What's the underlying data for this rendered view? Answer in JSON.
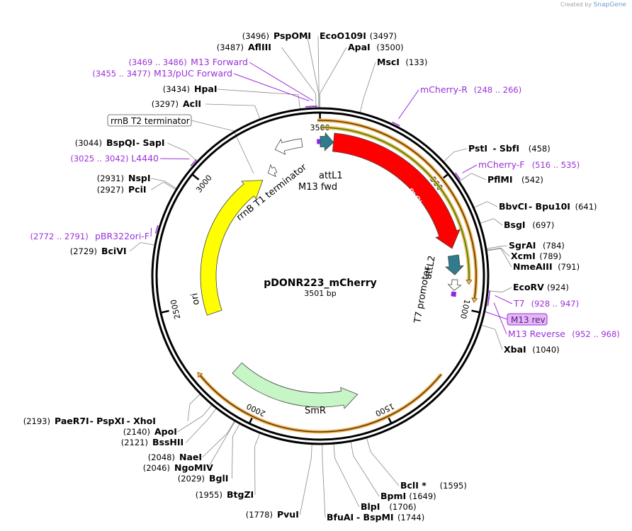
{
  "credit": {
    "created_by": "Created by",
    "brand": "SnapGene"
  },
  "plasmid": {
    "name": "pDONR223_mCherry",
    "size_label": "3501 bp",
    "length": 3501
  },
  "ticks": [
    {
      "label": "500",
      "bp": 500
    },
    {
      "label": "1000",
      "bp": 1000
    },
    {
      "label": "1500",
      "bp": 1500
    },
    {
      "label": "2000",
      "bp": 2000
    },
    {
      "label": "2500",
      "bp": 2500
    },
    {
      "label": "3000",
      "bp": 3000
    },
    {
      "label": "3500",
      "bp": 3500
    }
  ],
  "features": [
    {
      "label": "mCherry",
      "color": "#ff0000",
      "type": "arrow"
    },
    {
      "label": "attL1",
      "color": "#2f7c8c",
      "type": "arrow"
    },
    {
      "label": "attL2",
      "color": "#2f7c8c",
      "type": "arrow"
    },
    {
      "label": "ori",
      "color": "#ffff00",
      "type": "arrow"
    },
    {
      "label": "SmR",
      "color": "#c6f5c6",
      "type": "arrow"
    },
    {
      "label": "rrnB T1 terminator",
      "color": "#ffffff",
      "type": "arrow"
    },
    {
      "label": "M13 fwd",
      "color": "#8a2be2",
      "type": "primer"
    },
    {
      "label": "T7 promoter",
      "color": "#ffffff",
      "type": "arrow"
    }
  ],
  "enzymes": [
    {
      "name": "PspOMI",
      "pos": "(3496)"
    },
    {
      "name": "EcoO109I",
      "pos": "(3497)"
    },
    {
      "name": "AflIII",
      "pos": "(3487)"
    },
    {
      "name": "ApaI",
      "pos": "(3500)"
    },
    {
      "name": "MscI",
      "pos": "(133)"
    },
    {
      "name": "HpaI",
      "pos": "(3434)"
    },
    {
      "name": "AclI",
      "pos": "(3297)"
    },
    {
      "name": "BspQI",
      "pos": "(3044)",
      "alt": "SapI"
    },
    {
      "name": "NspI",
      "pos": "(2931)"
    },
    {
      "name": "PciI",
      "pos": "(2927)"
    },
    {
      "name": "BciVI",
      "pos": "(2729)"
    },
    {
      "name": "PstI",
      "pos": "(458)",
      "alt": "SbfI"
    },
    {
      "name": "PflMI",
      "pos": "(542)"
    },
    {
      "name": "BbvCI",
      "pos": "(641)",
      "alt": "Bpu10I"
    },
    {
      "name": "BsgI",
      "pos": "(697)"
    },
    {
      "name": "SgrAI",
      "pos": "(784)"
    },
    {
      "name": "XcmI",
      "pos": "(789)"
    },
    {
      "name": "NmeAIII",
      "pos": "(791)"
    },
    {
      "name": "EcoRV",
      "pos": "(924)"
    },
    {
      "name": "XbaI",
      "pos": "(1040)"
    },
    {
      "name": "BclI *",
      "pos": "(1595)"
    },
    {
      "name": "BpmI",
      "pos": "(1649)"
    },
    {
      "name": "BlpI",
      "pos": "(1706)"
    },
    {
      "name": "BfuAI",
      "pos": "(1744)",
      "alt": "BspMI"
    },
    {
      "name": "PvuI",
      "pos": "(1778)"
    },
    {
      "name": "BtgZI",
      "pos": "(1955)"
    },
    {
      "name": "BglI",
      "pos": "(2029)"
    },
    {
      "name": "NgoMIV",
      "pos": "(2046)"
    },
    {
      "name": "NaeI",
      "pos": "(2048)"
    },
    {
      "name": "BssHII",
      "pos": "(2121)"
    },
    {
      "name": "ApoI",
      "pos": "(2140)"
    },
    {
      "name": "PaeR7I",
      "pos": "(2193)",
      "alt": "PspXI",
      "alt2": "XhoI"
    }
  ],
  "primers": [
    {
      "name": "M13 Forward",
      "range": "(3469 .. 3486)"
    },
    {
      "name": "M13/pUC Forward",
      "range": "(3455 .. 3477)"
    },
    {
      "name": "mCherry-R",
      "range": "(248 .. 266)"
    },
    {
      "name": "mCherry-F",
      "range": "(516 .. 535)"
    },
    {
      "name": "L4440",
      "range": "(3025 .. 3042)"
    },
    {
      "name": "pBR322ori-F",
      "range": "(2772 .. 2791)"
    },
    {
      "name": "T7",
      "range": "(928 .. 947)"
    },
    {
      "name": "M13 Reverse",
      "range": "(952 .. 968)"
    },
    {
      "name": "M13 rev",
      "range": ""
    }
  ],
  "boxed_labels": {
    "rrnb_t2": "rrnB T2 terminator"
  }
}
